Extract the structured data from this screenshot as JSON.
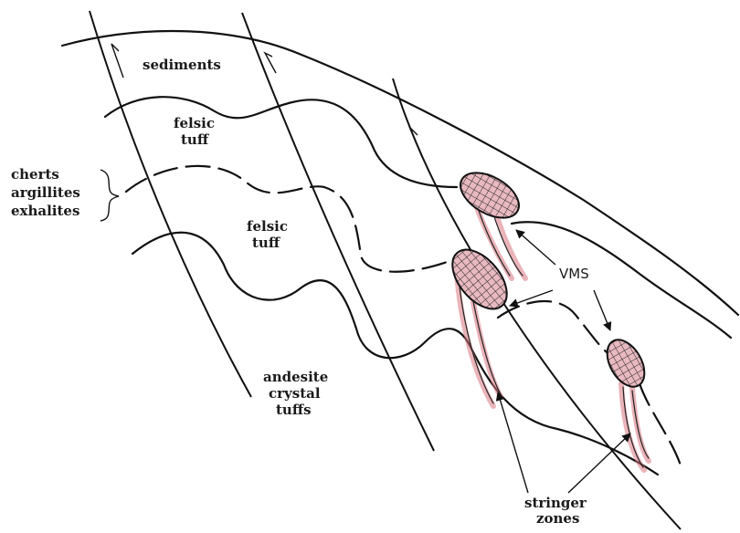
{
  "labels": {
    "sediments": "sediments",
    "felsic_tuff_upper_1": "felsic",
    "felsic_tuff_upper_2": "tuff",
    "cherts": "cherts",
    "argillites": "argillites",
    "exhalites": "exhalites",
    "felsic_tuff_lower_1": "felsic",
    "felsic_tuff_lower_2": "tuff",
    "andesite": "andesite",
    "crystal": "crystal",
    "tuffs": "tuffs",
    "vms": "VMS",
    "stringer": "stringer",
    "zones": "zones"
  },
  "colors": {
    "ore_fill": "#e8b9c0",
    "stringer": "#d9767f",
    "ink": "#111111"
  }
}
